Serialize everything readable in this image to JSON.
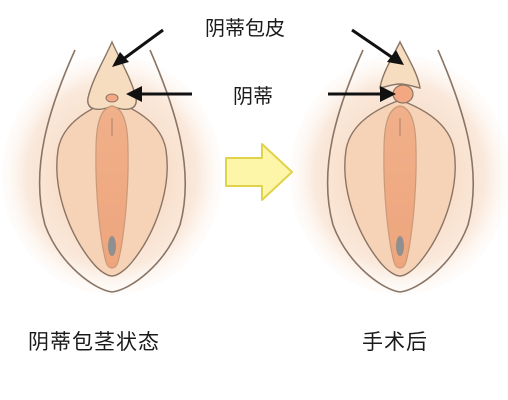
{
  "labels": {
    "hood": "阴蒂包皮",
    "clitoris": "阴蒂"
  },
  "captions": {
    "before": "阴蒂包茎状态",
    "after": "手术后"
  },
  "colors": {
    "skin_outer": "#f7dcc6",
    "skin_mid": "#f3caa9",
    "labia_minora": "#f6d3b7",
    "inner": "#f1b38c",
    "inner_edge": "#c99a78",
    "hood": "#f7ddc0",
    "clitoris": "#f4a882",
    "outline": "#8a7565",
    "arrow_fill": "#fdf6a8",
    "arrow_stroke": "#e0d24a",
    "pointer": "#111111"
  }
}
